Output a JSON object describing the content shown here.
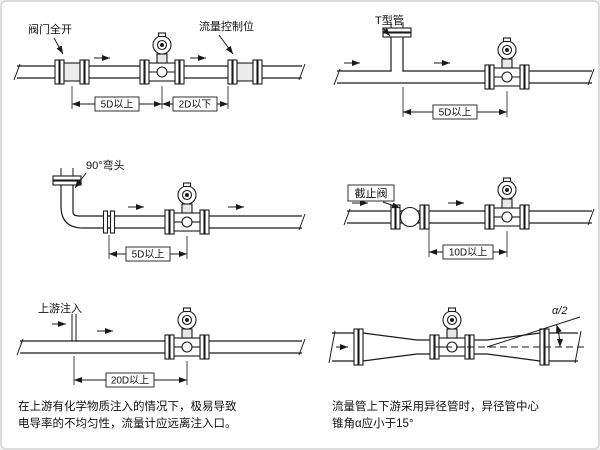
{
  "colors": {
    "line": "#1a1a1a",
    "background": "#ffffff"
  },
  "panels": {
    "valve_open": {
      "valve_label": "阀门全开",
      "control_label": "流量控制位",
      "dim_upstream": "5D以上",
      "dim_downstream": "2D以下"
    },
    "t_pipe": {
      "label": "T型管",
      "dim": "5D以上"
    },
    "elbow": {
      "label": "90°弯头",
      "dim": "5D以上"
    },
    "stop_valve": {
      "label": "截止阀",
      "dim": "10D以上"
    },
    "injection": {
      "label": "上游注入",
      "dim": "20D以上",
      "caption_line1": "在上游有化学物质注入的情况下，极易导致",
      "caption_line2": "电导率的不均匀性，流量计应远离注入口。"
    },
    "reducer": {
      "angle_label": "α/2",
      "caption_line1": "流量管上下游采用异径管时，异径管中心",
      "caption_line2": "锥角α应小于15°"
    }
  }
}
